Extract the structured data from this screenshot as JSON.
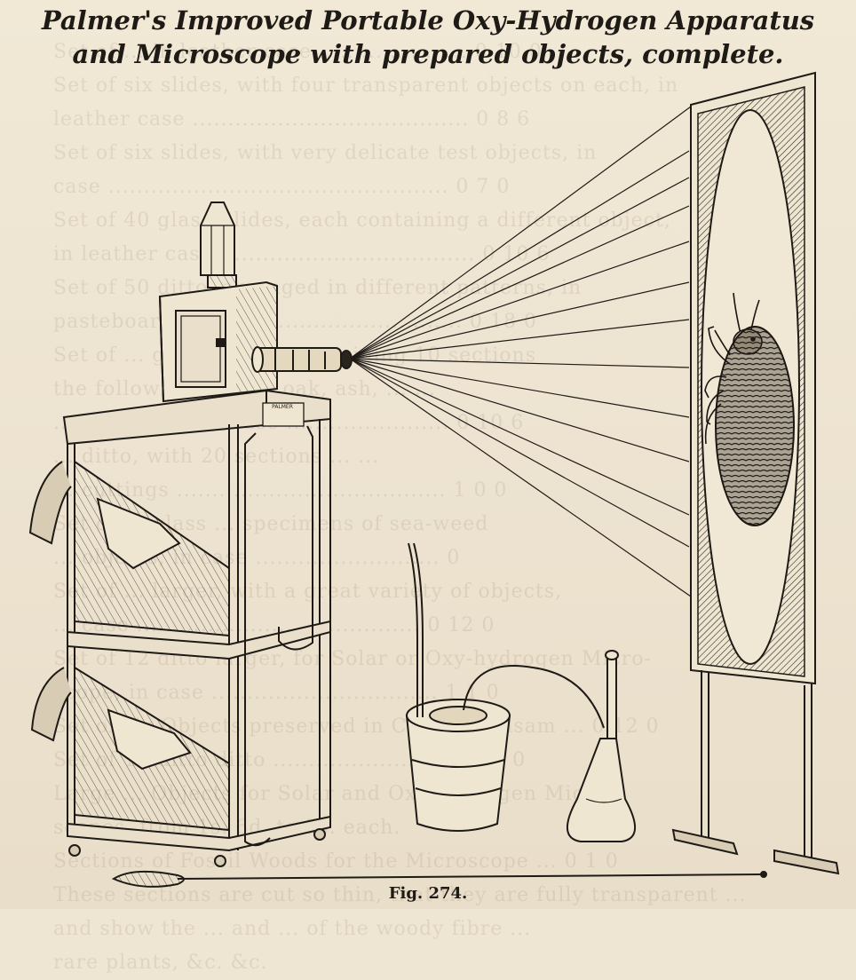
{
  "title": {
    "line1": "Palmer's Improved Portable Oxy-Hydrogen Apparatus",
    "line2": "and Microscope with prepared objects, complete."
  },
  "figure": {
    "caption": "Fig. 274.",
    "lamp_plate_text": "PALMER"
  },
  "background_bleed_text": [
    "Set of ...  in leather case ..................... 0  10  0",
    "Set of six slides, with four transparent objects on each, in",
    "   leather case ....................................... 0  8  6",
    "Set of six slides, with very delicate test objects, in",
    "   case ................................................ 0  7  0",
    "Set of 40 glass Slides, each containing a different object,",
    "   in leather case .................................... 0  10  6",
    "Set of 50 ditto, arranged in different patterns, in",
    "   pasteboard case ................................ 0  18  0",
    "Set of ... glass Slides, containing 10 sections",
    "   the following woods, oak, ash, ... ...",
    "   ... Rosewood, in case ....................... 0  10  6",
    "... ditto, with 20 sections ... ...",
    "... cuttings ...................................... 1  0  0",
    "Set of ... glass ... specimens of sea-weed",
    "   ... objects, in case .......................... 0",
    "Set of ... larger, with a great variety of objects,",
    "   ... case ........................................ 0  12  0",
    "Set of 12 ditto larger, for Solar or Oxy-hydrogen Micro-",
    "   scope, in case ................................ 1  1  0",
    "Set of six Objects preserved in Canada Balsam ... 0  12  0",
    "Set of 12 ditto    ditto ........................... 1  4  0",
    "Large ... Objects for Solar and Oxy-hydrogen Micro-",
    "   scopes, from 1s. 6d. to 5s. each.",
    "Sections of Fossil Woods for the Microscope ... 0  1  0",
    "These sections are cut so thin, that they are fully transparent ...",
    "and show the ... and ... of the woody fibre ...",
    "rare plants, &c. &c."
  ]
}
